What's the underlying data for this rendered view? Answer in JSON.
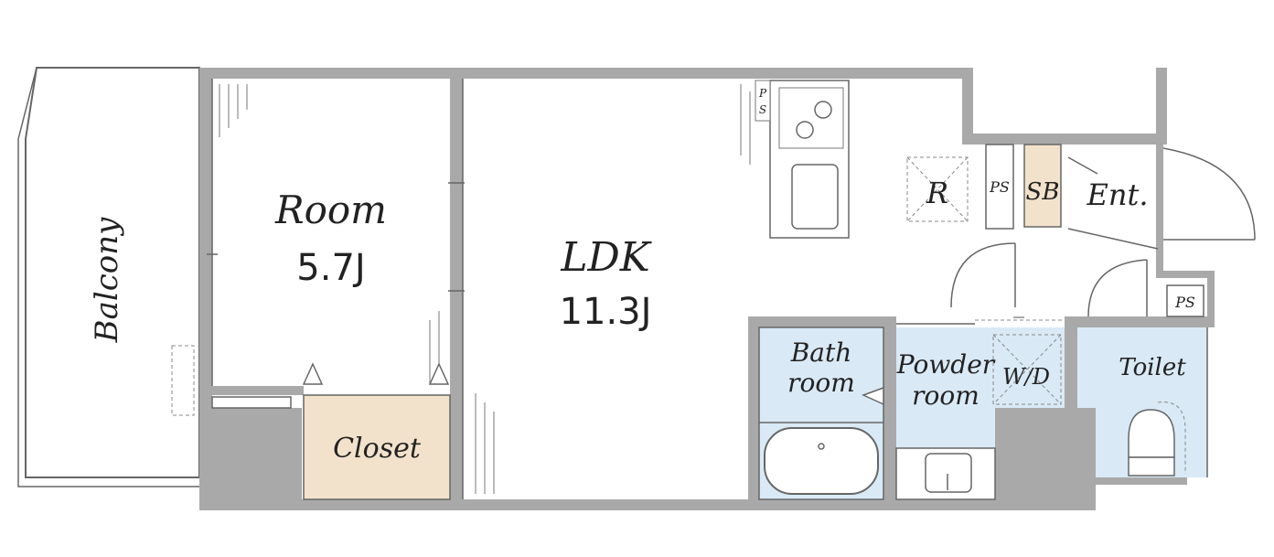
{
  "colors": {
    "wall": "#a9a9a9",
    "wet_area": "#d9eaf6",
    "storage": "#f3e2cb",
    "floor": "#ffffff"
  },
  "rooms": {
    "balcony": {
      "label": "Balcony"
    },
    "room": {
      "label": "Room",
      "size": "5.7J"
    },
    "ldk": {
      "label": "LDK",
      "size": "11.3J"
    },
    "closet": {
      "label": "Closet"
    },
    "bath": {
      "line1": "Bath",
      "line2": "room"
    },
    "powder": {
      "line1": "Powder",
      "line2": "room"
    },
    "wd": {
      "label": "W/D"
    },
    "toilet": {
      "label": "Toilet"
    },
    "entrance": {
      "label": "Ent."
    },
    "refrigerator": {
      "label": "R"
    },
    "sb": {
      "label": "SB"
    },
    "ps_kitchen": {
      "line1": "P",
      "line2": "S"
    },
    "ps_hall": {
      "label": "PS"
    },
    "ps_toilet": {
      "label": "PS"
    }
  },
  "icons": [
    "stove-icon",
    "sink-icon",
    "bathtub-icon",
    "washbasin-icon",
    "toilet-icon",
    "door-swing-icon"
  ]
}
